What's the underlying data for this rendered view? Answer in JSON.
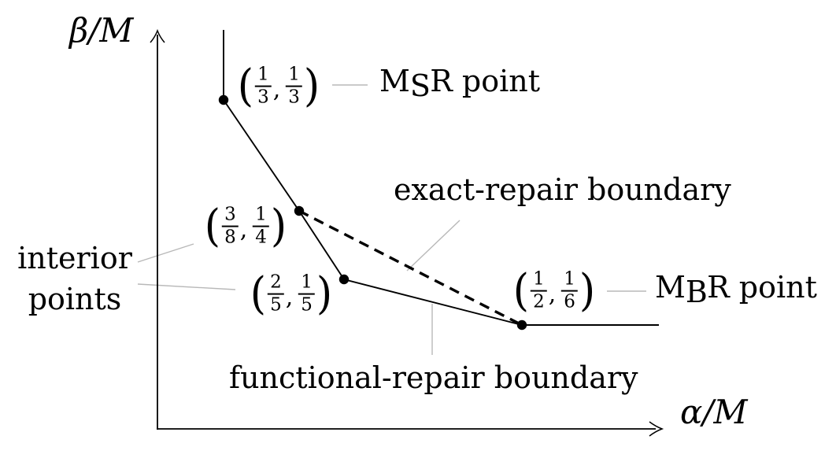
{
  "axes": {
    "x_label": "α/M",
    "y_label": "β/M"
  },
  "punct": {
    "open_paren": "(",
    "close_paren": ")",
    "comma": ","
  },
  "points": {
    "msr": {
      "x_num": "1",
      "x_den": "3",
      "y_num": "1",
      "y_den": "3"
    },
    "interior_a": {
      "x_num": "3",
      "x_den": "8",
      "y_num": "1",
      "y_den": "4"
    },
    "interior_b": {
      "x_num": "2",
      "x_den": "5",
      "y_num": "1",
      "y_den": "5"
    },
    "mbr": {
      "x_num": "1",
      "x_den": "2",
      "y_num": "1",
      "y_den": "6"
    }
  },
  "annotations": {
    "msr": {
      "pre": "M",
      "sub": "S",
      "post": "R point"
    },
    "mbr": {
      "pre": "M",
      "sub": "B",
      "post": "R point"
    },
    "exact_repair": "exact-repair boundary",
    "functional_repair": "functional-repair boundary",
    "interior_line1": "interior",
    "interior_line2": "points"
  },
  "colors": {
    "line": "#000000",
    "connector": "#b8b8b8",
    "background": "#ffffff"
  },
  "chart_data": {
    "type": "line",
    "title": "",
    "xlabel": "α/M",
    "ylabel": "β/M",
    "grid": false,
    "legend": "none",
    "series": [
      {
        "name": "functional-repair boundary",
        "style": "solid",
        "points": [
          [
            0.3333,
            0.385
          ],
          [
            0.3333,
            0.3333
          ],
          [
            0.375,
            0.25
          ],
          [
            0.4,
            0.2
          ],
          [
            0.5,
            0.1667
          ],
          [
            0.577,
            0.1667
          ]
        ]
      },
      {
        "name": "exact-repair boundary",
        "style": "dashed",
        "points": [
          [
            0.375,
            0.25
          ],
          [
            0.5,
            0.1667
          ]
        ]
      }
    ],
    "markers": [
      {
        "x": 0.3333,
        "y": 0.3333,
        "label": "(1/3, 1/3)",
        "annotation": "MSR point"
      },
      {
        "x": 0.375,
        "y": 0.25,
        "label": "(3/8, 1/4)",
        "annotation": "interior points"
      },
      {
        "x": 0.4,
        "y": 0.2,
        "label": "(2/5, 1/5)",
        "annotation": "interior points"
      },
      {
        "x": 0.5,
        "y": 0.1667,
        "label": "(1/2, 1/6)",
        "annotation": "MBR point"
      }
    ]
  }
}
